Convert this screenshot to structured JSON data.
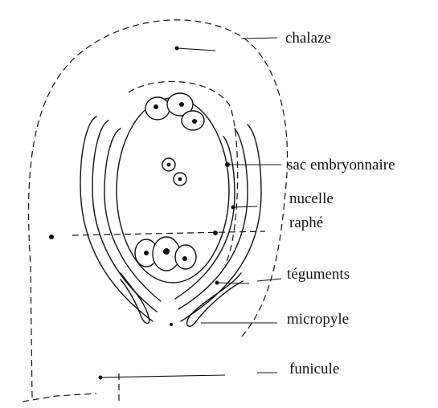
{
  "diagram": {
    "labels": {
      "chalaze": "chalaze",
      "sac_embryonnaire": "sac embryonnaire",
      "nucelle": "nucelle",
      "raphe": "raphé",
      "teguments": "téguments",
      "micropyle": "micropyle",
      "funicule": "funicule"
    },
    "colors": {
      "ink": "#111111",
      "background": "#ffffff"
    }
  }
}
